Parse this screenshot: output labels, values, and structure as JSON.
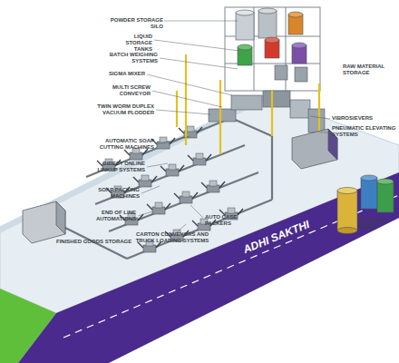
{
  "diagram": {
    "labels": [
      "POWDER STORAGE SILO",
      "LIQUID STORAGE TANKS",
      "BATCH WEIGHING SYSTEMS",
      "SIGMA MIXER",
      "MULTI SCREW CONVEYOR",
      "TWIN WORM DUPLEX VACUUM PLODDER",
      "AUTOMATIC SOAP CUTTING MACHINES",
      "DIRECT ONLINE LINKUP SYSTEMS",
      "SOAP PACKING MACHINES",
      "END OF LINE AUTOMATIONS",
      "FINISHED GOODS STORAGE",
      "RAW MATERIAL STORAGE",
      "VIBROSIEVERS",
      "PNEUMATIC ELEVATING SYSTEMS",
      "STORAGE TANKS",
      "AUTO CASE PACKERS",
      "CARTON CONVEYORS AND TRUCK LOADING SYSTEMS",
      "ADHI SAKTHI"
    ]
  }
}
